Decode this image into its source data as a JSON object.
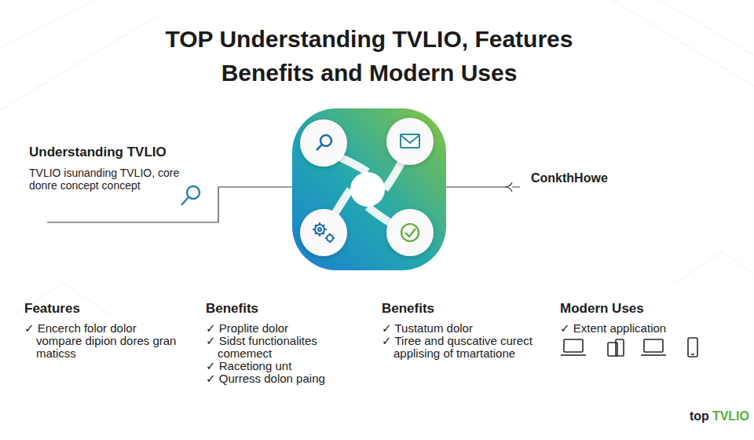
{
  "diagram": {
    "title": "TOP Understanding TVLIO, Features Benefits and Modern Uses",
    "labels": [
      "Understanding TVLIO",
      "TVLIO isunanding TVLIO, core donre concept concept",
      "ConkthHowe",
      "Features",
      "✓ Encerch folor dolor vompare dipion dores gran maticss",
      "Benefits",
      "✓ Proplite dolor",
      "✓ Sidst functionalites comemect",
      "✓ Racetiong unt",
      "✓ Qurress dolon paing",
      "Benefits",
      "✓ Tustatum dolor",
      "✓ Tiree and quscative curect applising of tmartatione",
      "Modern Uses",
      "✓ Extent application",
      "top",
      "TVLIO"
    ]
  }
}
